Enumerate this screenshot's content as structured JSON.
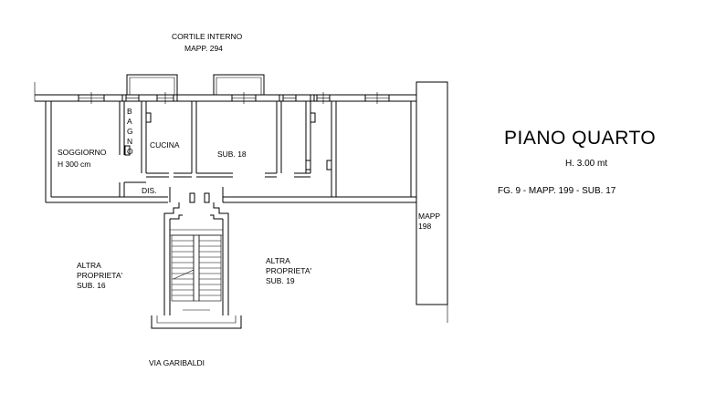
{
  "drawing": {
    "title": "PIANO QUARTO",
    "height": "H. 3.00 mt",
    "cadastral": "FG. 9 - MAPP. 199 - SUB. 17"
  },
  "labels": {
    "courtyard_line1": "CORTILE INTERNO",
    "courtyard_line2": "MAPP. 294",
    "bagno": [
      "B",
      "A",
      "G",
      "N",
      "O"
    ],
    "cucina": "CUCINA",
    "soggiorno_line1": "SOGGIORNO",
    "soggiorno_line2": "H 300 cm",
    "sub18": "SUB. 18",
    "dis": "DIS.",
    "mapp198_line1": "MAPP",
    "mapp198_line2": "198",
    "altra16_line1": "ALTRA",
    "altra16_line2": "PROPRIETA'",
    "altra16_line3": "SUB. 16",
    "altra19_line1": "ALTRA",
    "altra19_line2": "PROPRIETA'",
    "altra19_line3": "SUB. 19",
    "street": "VIA GARIBALDI"
  }
}
